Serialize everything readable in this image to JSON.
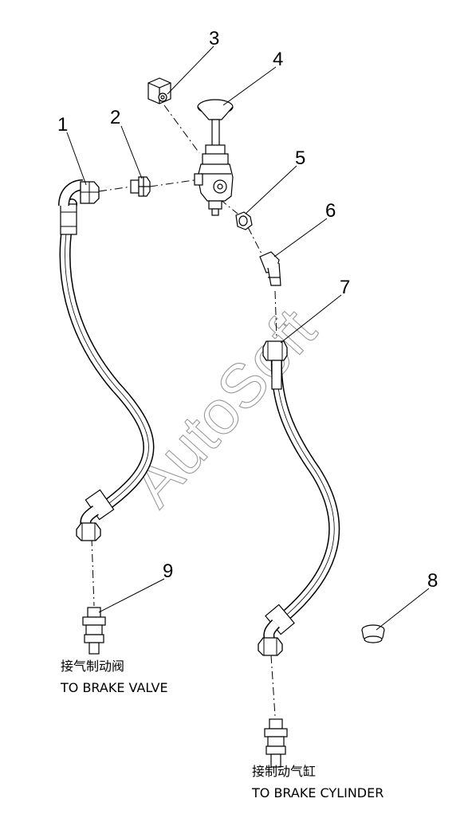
{
  "callouts": [
    "1",
    "2",
    "3",
    "4",
    "5",
    "6",
    "7",
    "8",
    "9"
  ],
  "labels": {
    "brake_valve_cn": "接气制动阀",
    "brake_valve_en": "TO BRAKE VALVE",
    "brake_cylinder_cn": "接制动气缸",
    "brake_cylinder_en": "TO BRAKE CYLINDER"
  },
  "watermark": "AutoSoft"
}
